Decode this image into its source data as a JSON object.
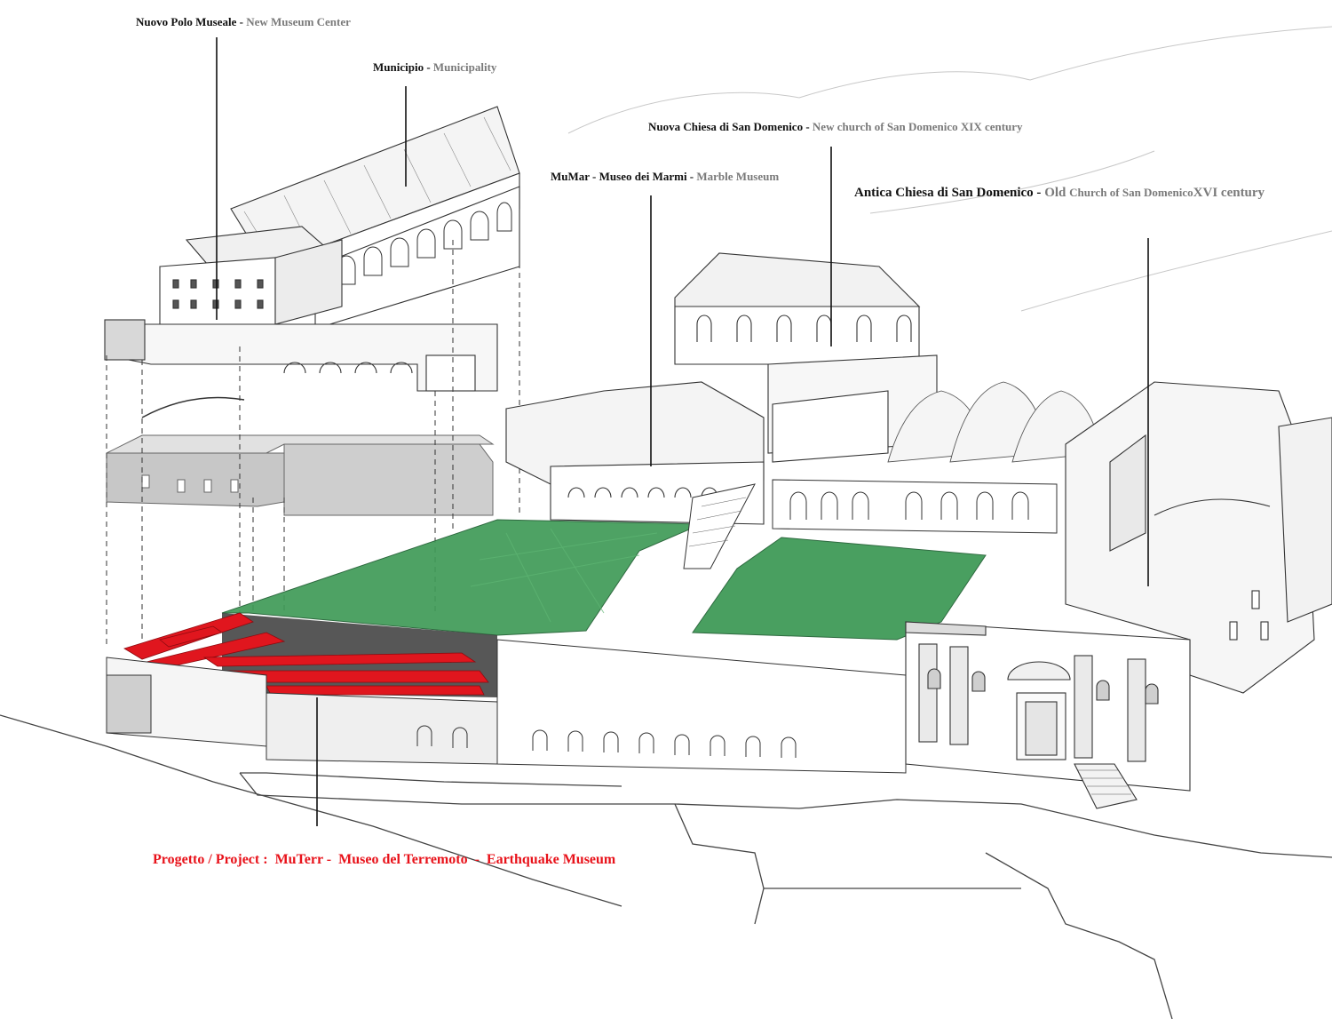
{
  "colors": {
    "label_black": "#111111",
    "label_gray": "#7a7a7a",
    "project_red": "#e8121a",
    "piazza_green": "#3f9a57",
    "exhibit_red": "#e0161e",
    "ghost_gray": "#9a9a9a"
  },
  "labels": {
    "nuovo_polo": {
      "it": "Nuovo Polo Museale - ",
      "en": "New Museum Center"
    },
    "municipio": {
      "it": "Municipio - ",
      "en": "Municipality"
    },
    "nuova_chiesa": {
      "it": "Nuova Chiesa di San Domenico - ",
      "en": "New church of San Domenico XIX century"
    },
    "mumar": {
      "it": "MuMar - Museo dei Marmi - ",
      "en": "Marble Museum"
    },
    "antica_chiesa": {
      "it": "Antica Chiesa di San Domenico - ",
      "en_a": "Old ",
      "en_b": "Church of San Domenico",
      "en_c": "XVI century"
    },
    "project": "Progetto / Project :  MuTerr -  Museo del Terremoto  -  Earthquake Museum"
  }
}
